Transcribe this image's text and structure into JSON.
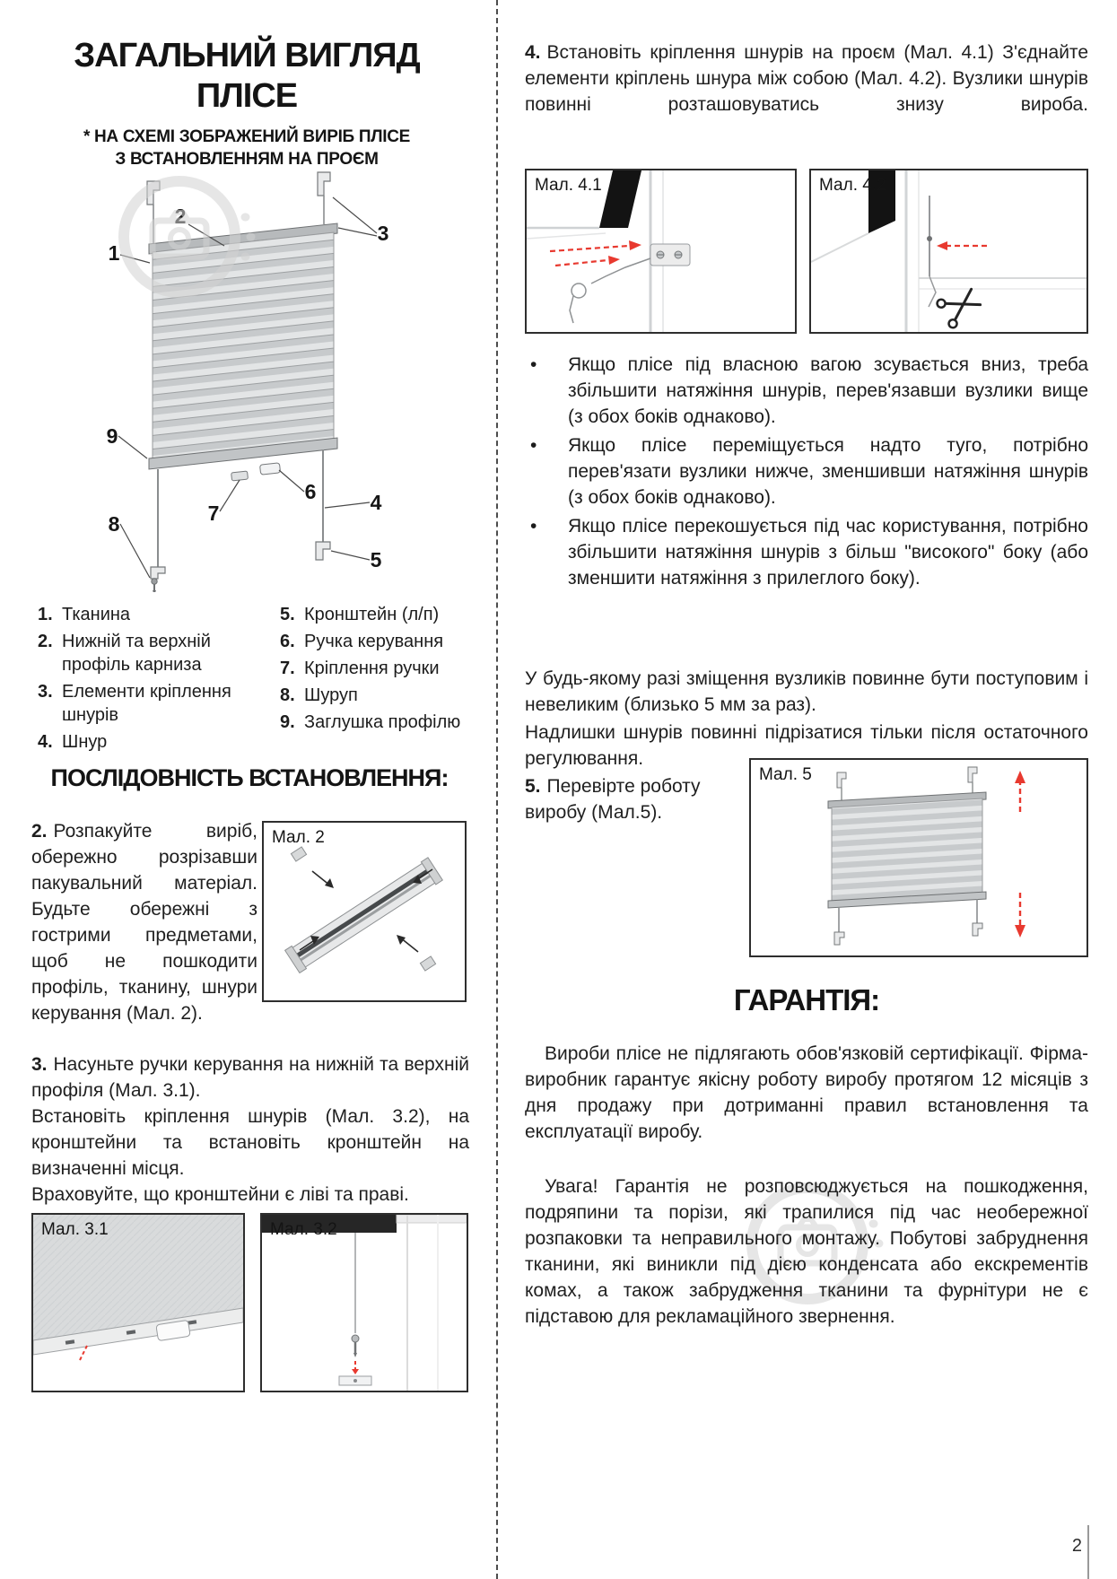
{
  "page": {
    "number": "2",
    "bullet_char": "•"
  },
  "left": {
    "title_line1": "ЗАГАЛЬНИЙ ВИГЛЯД",
    "title_line2": "ПЛІСЕ",
    "subtitle_line1": "* НА СХЕМІ ЗОБРАЖЕНИЙ ВИРІБ ПЛІСЕ",
    "subtitle_line2": "З ВСТАНОВЛЕННЯМ НА ПРОЄМ",
    "diagram": {
      "callouts": [
        "1",
        "2",
        "3",
        "4",
        "5",
        "6",
        "7",
        "8",
        "9"
      ]
    },
    "legend_col1": [
      {
        "num": "1.",
        "text": "Тканина"
      },
      {
        "num": "2.",
        "text": "Нижній та верхній профіль карниза"
      },
      {
        "num": "3.",
        "text": "Елементи кріплення шнурів"
      },
      {
        "num": "4.",
        "text": "Шнур"
      }
    ],
    "legend_col2": [
      {
        "num": "5.",
        "text": "Кронштейн (л/п)"
      },
      {
        "num": "6.",
        "text": "Ручка керування"
      },
      {
        "num": "7.",
        "text": "Кріплення ручки"
      },
      {
        "num": "8.",
        "text": "Шуруп"
      },
      {
        "num": "9.",
        "text": "Заглушка профілю"
      }
    ],
    "sequence_heading": "ПОСЛІДОВНІСТЬ ВСТАНОВЛЕННЯ:",
    "step2": {
      "num": "2.",
      "text": "Розпакуйте виріб, обережно розрізавши пакувальний матеріал. Будьте обережні з гострими предметами, щоб не пошкодити профіль, тканину, шнури керування (Мал. 2)."
    },
    "fig2_label": "Мал. 2",
    "step3": {
      "num": "3.",
      "line1": "Насуньте ручки керування на нижній та верхній профіля (Мал. 3.1).",
      "line2": "Встановіть кріплення шнурів (Мал. 3.2), на кронштейни та встановіть кронштейн на визначенні місця.",
      "line3": "Враховуйте, що кронштейни є ліві та праві."
    },
    "fig31_label": "Мал. 3.1",
    "fig32_label": "Мал. 3.2"
  },
  "right": {
    "step4": {
      "num": "4.",
      "text": "Встановіть кріплення шнурів на проєм (Мал. 4.1) З'єднайте елементи кріплень шнура між собою (Мал. 4.2). Вузлики шнурів повинні розташовуватись знизу вироба."
    },
    "fig41_label": "Мал. 4.1",
    "fig42_label": "Мал. 4.2",
    "bullets": [
      "Якщо плісе під власною вагою зсувається вниз, треба збільшити натяжіння шнурів, перев'язавши вузлики вище (з обох боків однаково).",
      "Якщо плісе переміщується надто туго, потрібно перев'язати вузлики нижче, зменшивши натяжіння шнурів (з обох боків однаково).",
      "Якщо плісе перекошується під час користування, потрібно збільшити натяжіння шнурів з більш \"високого\" боку (або зменшити натяжіння з прилеглого боку)."
    ],
    "note_line1": "У будь-якому разі зміщення вузликів повинне бути поступовим і невеликим (близько 5 мм за раз).",
    "note_line2": "Надлишки шнурів повинні підрізатися тільки після остаточного регулювання.",
    "step5": {
      "num": "5.",
      "text": "Перевірте роботу виробу (Мал.5)."
    },
    "fig5_label": "Мал. 5",
    "warranty_heading": "ГАРАНТІЯ:",
    "warranty_p1": "Вироби плісе не підлягають обов'язковій сертифікації. Фірма-виробник гарантує якісну роботу виробу протягом 12 місяців з дня продажу при дотриманні правил встановлення та експлуатації виробу.",
    "warranty_p2": "Увага! Гарантія не розповсюджується на пошкодження, подряпини та порізи, які трапилися під час необережної розпаковки та неправильного монтажу. Побутові забруднення тканини, які виникли під дією конденсата або екскрементів комах, а також забрудження тканини та фурнітури не є підставою для рекламаційного звернення."
  }
}
